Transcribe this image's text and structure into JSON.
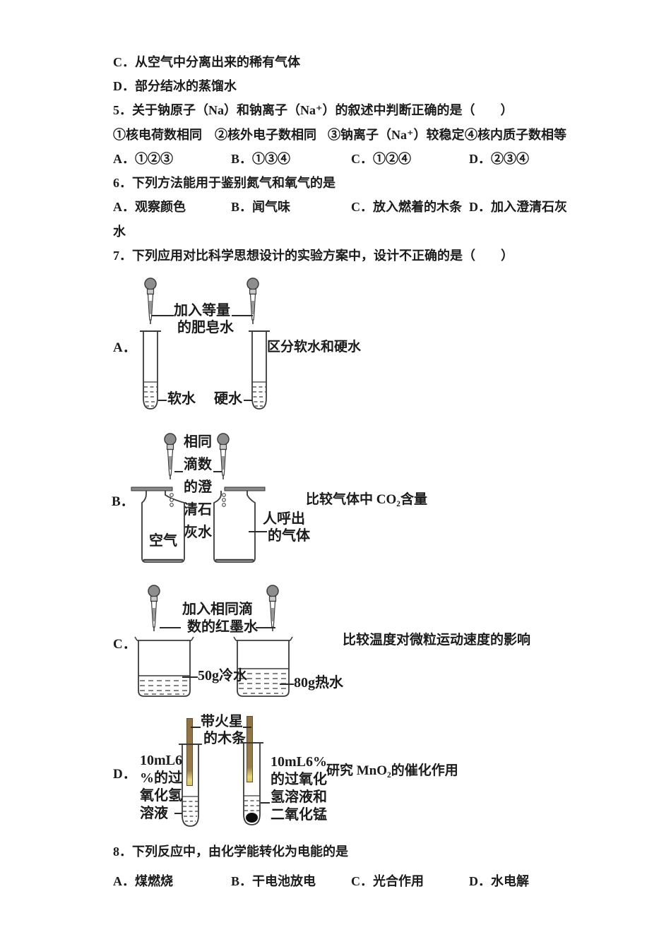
{
  "colors": {
    "ink": "#1b1b1b",
    "outline": "#3a3a3a",
    "dropper_bulb": "#8e8e8e",
    "splint_wood": "#9b7b4c",
    "splint_tip": "#e6d47e",
    "mno2_solid": "#0d0d0d",
    "page_bg": "#ffffff"
  },
  "pre": {
    "option_c": "C．从空气中分离出来的稀有气体",
    "option_d": "D．部分结冰的蒸馏水"
  },
  "q5": {
    "stem": "5．关于钠原子（Na）和钠离子（Na⁺）的叙述中判断正确的是（　　）",
    "statements": [
      "①核电荷数相同",
      "②核外电子数相同",
      "③钠离子（Na⁺）较稳定",
      "④核内质子数相等"
    ],
    "options": [
      "A．①②③",
      "B．①③④",
      "C．①②④",
      "D．②③④"
    ]
  },
  "q6": {
    "stem": "6．下列方法能用于鉴别氮气和氧气的是",
    "options": [
      "A．观察颜色",
      "B．闻气味",
      "C．放入燃着的木条",
      "D．加入澄清石灰"
    ],
    "wrap": "水"
  },
  "q7": {
    "stem": "7．下列应用对比科学思想设计的实验方案中，设计不正确的是（　　）",
    "a": {
      "label": "A．",
      "add_line1": "加入等量",
      "add_line2": "的肥皂水",
      "left_tube": "软水",
      "right_tube": "硬水",
      "caption": "区分软水和硬水"
    },
    "b": {
      "label": "B．",
      "drops": [
        "相同",
        "滴数",
        "的澄",
        "清石",
        "灰水"
      ],
      "left_bottle": "空气",
      "right_line1": "人呼出",
      "right_line2": "的气体",
      "caption": "比较气体中 CO₂含量"
    },
    "c": {
      "label": "C．",
      "add_line1": "加入相同滴",
      "add_line2": "数的红墨水",
      "left_beaker": "50g冷水",
      "right_beaker": "80g热水",
      "caption": "比较温度对微粒运动速度的影响"
    },
    "d": {
      "label": "D．",
      "splint_line1": "带火星",
      "splint_line2": "的木条",
      "left": [
        "10mL6",
        "%的过",
        "氧化氢",
        "溶液"
      ],
      "right": [
        "10mL6%",
        "的过氧化",
        "氢溶液和",
        "二氧化锰"
      ],
      "caption": "研究 MnO₂的催化作用"
    }
  },
  "q8": {
    "stem": "8．下列反应中，由化学能转化为电能的是",
    "options": [
      "A．煤燃烧",
      "B．干电池放电",
      "C．光合作用",
      "D．水电解"
    ]
  }
}
